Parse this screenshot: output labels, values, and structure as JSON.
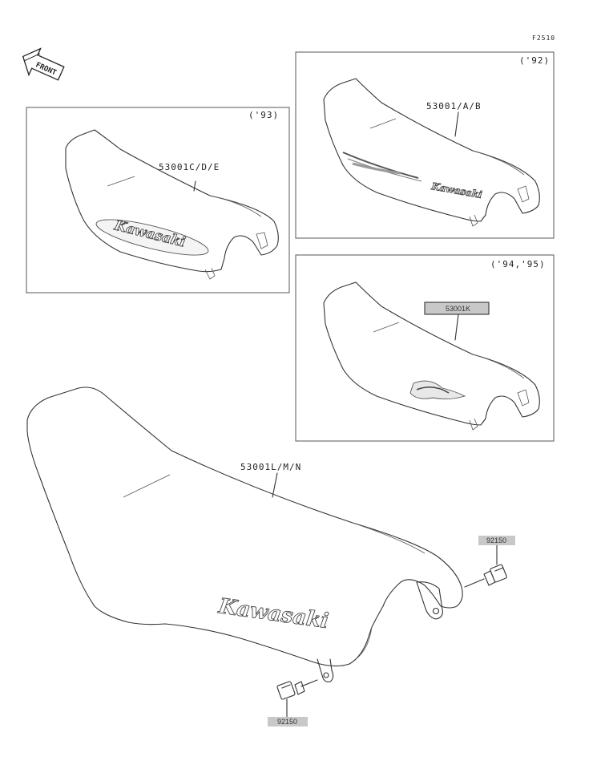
{
  "figure_code": "F2510",
  "front_label": "FRONT",
  "panels": {
    "p92": {
      "year": "('92)",
      "part": "53001/A/B",
      "brand": "Kawasaki"
    },
    "p93": {
      "year": "('93)",
      "part": "53001C/D/E",
      "brand": "Kawasaki"
    },
    "p9495": {
      "year": "('94,'95)",
      "part": "53001K"
    }
  },
  "main": {
    "part": "53001L/M/N",
    "brand": "Kawasaki"
  },
  "bolts": [
    {
      "part": "92150"
    },
    {
      "part": "92150"
    }
  ],
  "colors": {
    "line": "#333333",
    "label_fill": "#c8c8c8",
    "panel_border": "#555555"
  }
}
